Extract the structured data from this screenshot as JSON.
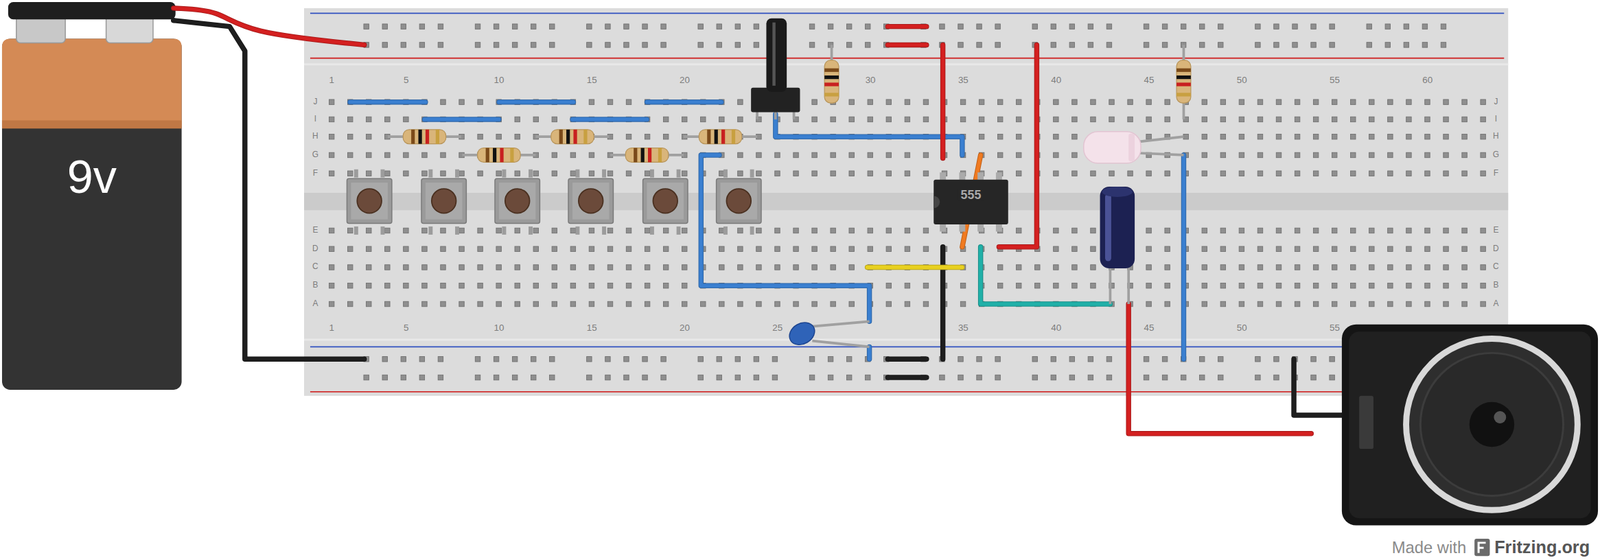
{
  "diagram": {
    "nodes": [
      {
        "text": [
          "9v"
        ]
      },
      {
        "text": [
          "555"
        ]
      }
    ],
    "labels": [
      "1",
      "5",
      "10",
      "15",
      "20",
      "30",
      "35",
      "40",
      "45",
      "50",
      "55",
      "60",
      "1",
      "5",
      "10",
      "15",
      "20",
      "25",
      "35",
      "40",
      "45",
      "50",
      "55",
      "J",
      "I",
      "H",
      "G",
      "F",
      "E",
      "D",
      "C",
      "B",
      "A",
      "J",
      "I",
      "H",
      "G",
      "F",
      "E",
      "D",
      "C",
      "B",
      "A",
      "Made with",
      "Fritzing.org"
    ]
  }
}
